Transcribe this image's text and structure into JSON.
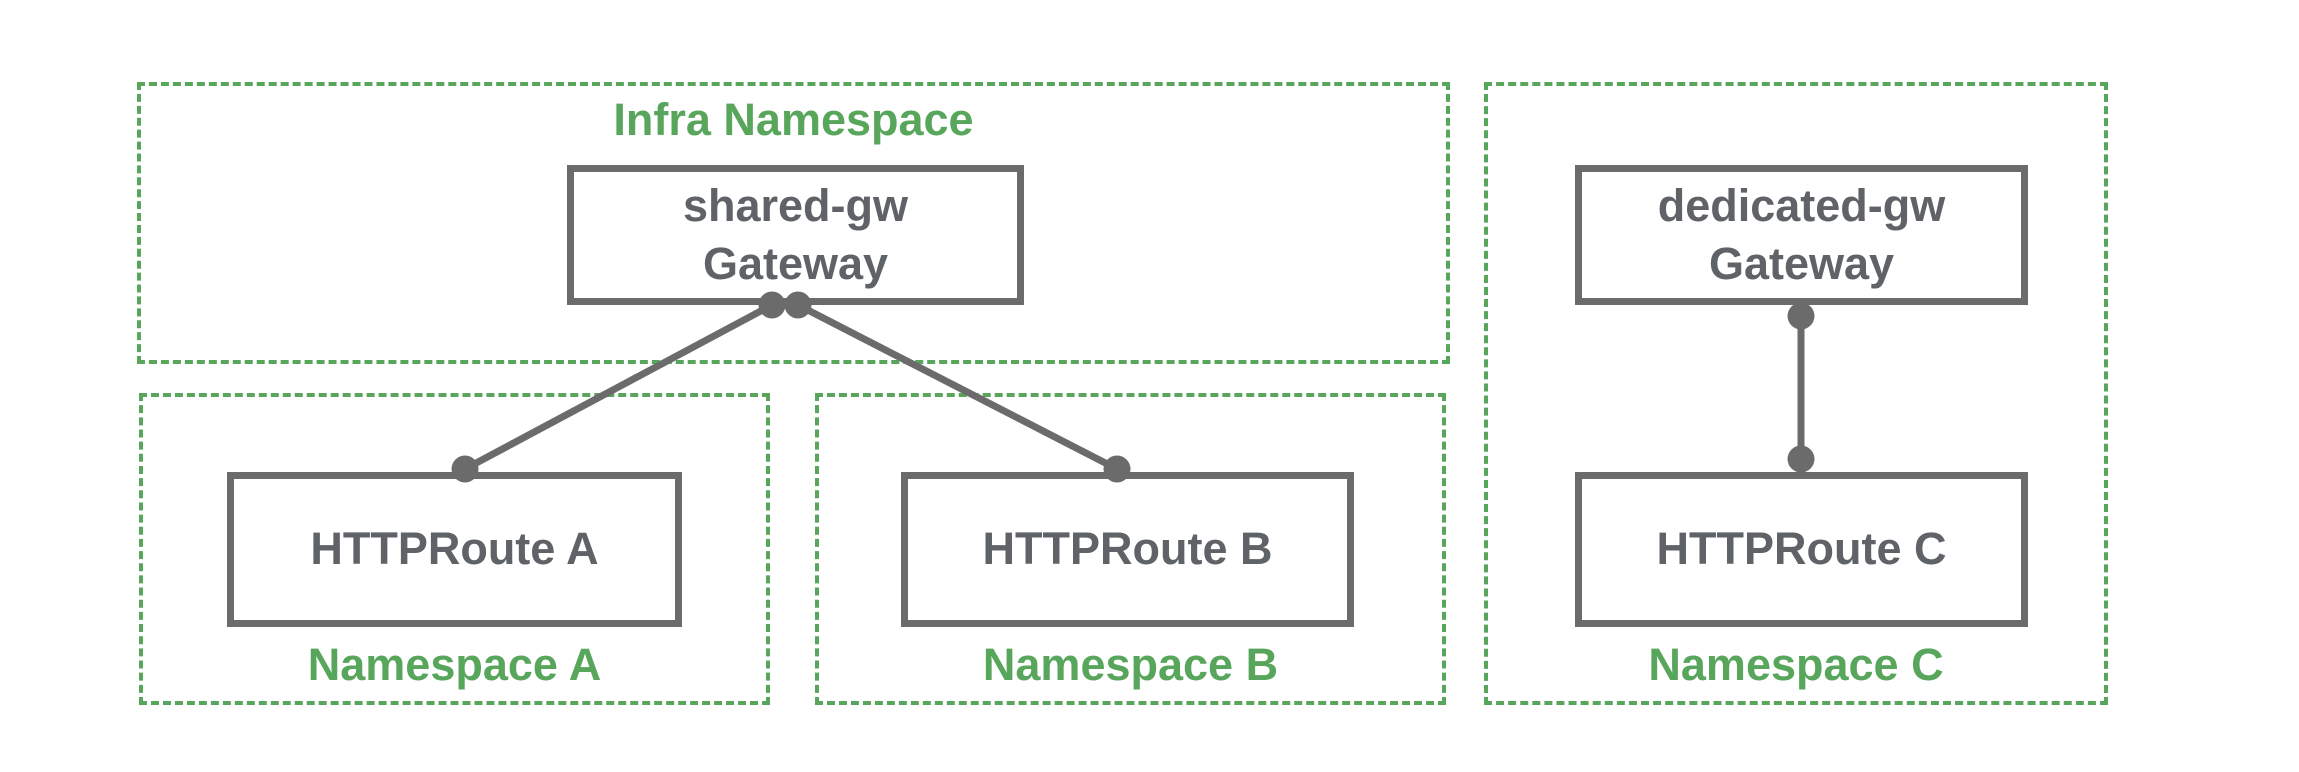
{
  "colors": {
    "namespace_green": "#58A55C",
    "node_border_gray": "#6B6B6B",
    "node_text_gray": "#5F6368",
    "background": "#FFFFFF"
  },
  "namespaces": {
    "infra": {
      "label": "Infra Namespace"
    },
    "a": {
      "label": "Namespace A"
    },
    "b": {
      "label": "Namespace B"
    },
    "c": {
      "label": "Namespace C"
    }
  },
  "nodes": {
    "shared_gw": {
      "name": "shared-gw",
      "kind": "Gateway"
    },
    "dedicated_gw": {
      "name": "dedicated-gw",
      "kind": "Gateway"
    },
    "route_a": {
      "label": "HTTPRoute A"
    },
    "route_b": {
      "label": "HTTPRoute B"
    },
    "route_c": {
      "label": "HTTPRoute C"
    }
  },
  "connections": [
    {
      "from": "shared-gw Gateway",
      "to": "HTTPRoute A"
    },
    {
      "from": "shared-gw Gateway",
      "to": "HTTPRoute B"
    },
    {
      "from": "dedicated-gw Gateway",
      "to": "HTTPRoute C"
    }
  ]
}
